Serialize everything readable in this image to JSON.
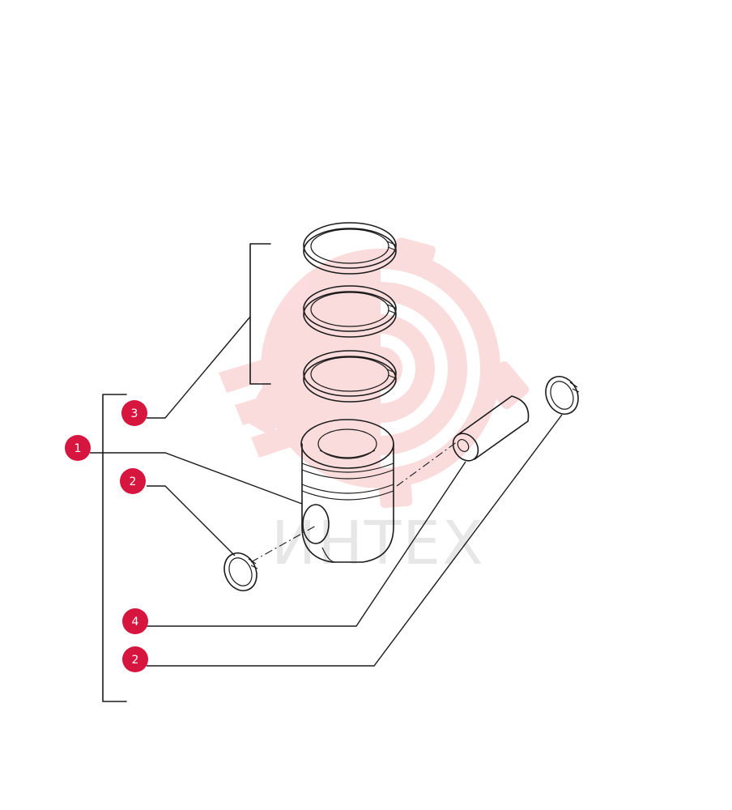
{
  "watermark": {
    "text": "ИНТЕХ",
    "color": "#f9d2d4"
  },
  "callout_color": "#d6163f",
  "callouts": [
    {
      "id": "callout-3",
      "label": "3"
    },
    {
      "id": "callout-1",
      "label": "1"
    },
    {
      "id": "callout-2-upper",
      "label": "2"
    },
    {
      "id": "callout-4",
      "label": "4"
    },
    {
      "id": "callout-2-lower",
      "label": "2"
    }
  ],
  "parts": [
    "piston-rings",
    "piston",
    "piston-pin",
    "circlip-left",
    "circlip-right"
  ]
}
